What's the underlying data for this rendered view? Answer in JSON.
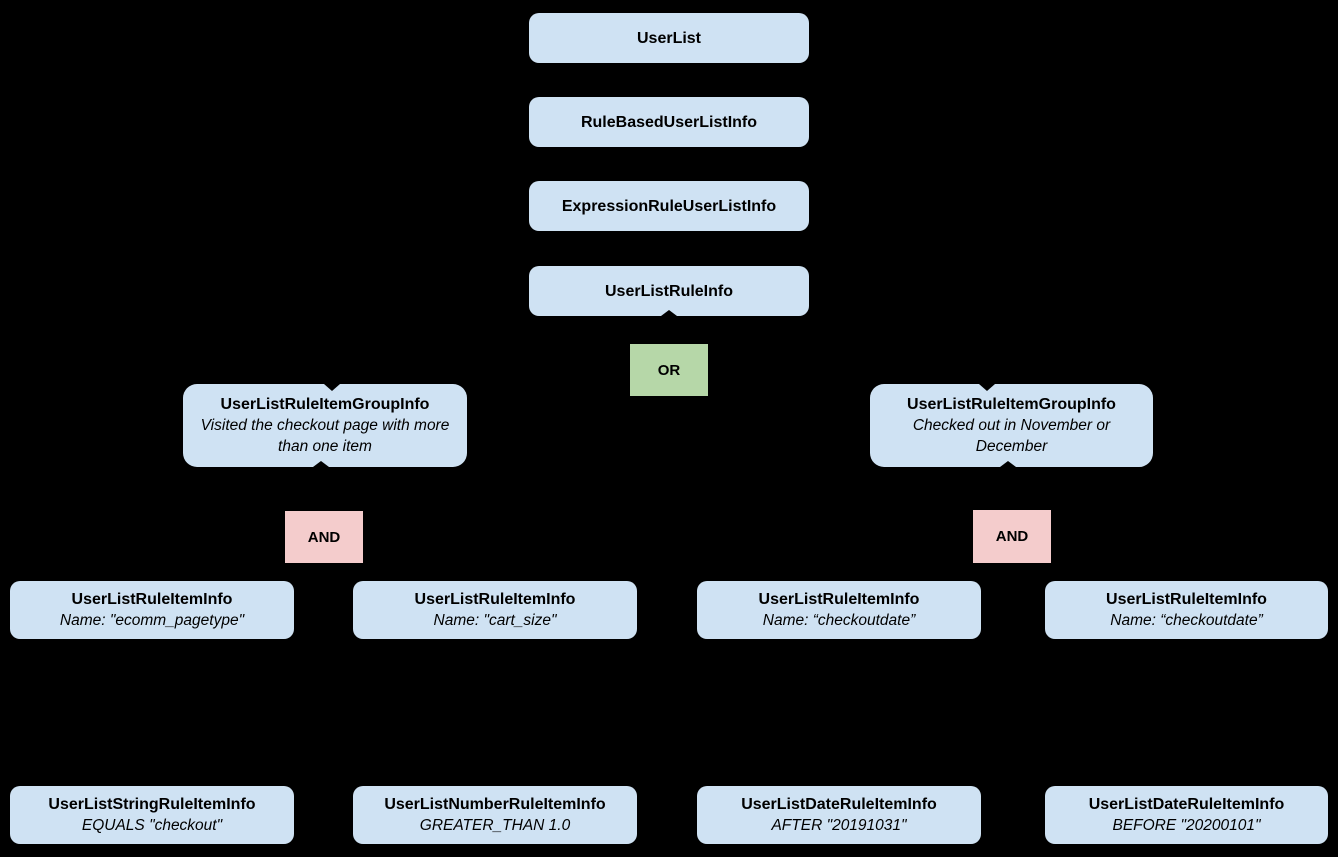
{
  "diagram": {
    "background_color": "#000000",
    "node_color": "#cfe2f3",
    "or_color": "#b6d7a8",
    "and_color": "#f4cccc",
    "text_color": "#000000",
    "chain": [
      {
        "label": "UserList"
      },
      {
        "label": "RuleBasedUserListInfo"
      },
      {
        "label": "ExpressionRuleUserListInfo"
      },
      {
        "label": "UserListRuleInfo"
      }
    ],
    "or_label": "OR",
    "and_label": "AND",
    "groups": [
      {
        "title": "UserListRuleItemGroupInfo",
        "description": "Visited the checkout page with more than one item"
      },
      {
        "title": "UserListRuleItemGroupInfo",
        "description": "Checked out in November or December"
      }
    ],
    "rule_items": [
      {
        "title": "UserListRuleItemInfo",
        "detail": "Name: \"ecomm_pagetype\""
      },
      {
        "title": "UserListRuleItemInfo",
        "detail": "Name: \"cart_size\""
      },
      {
        "title": "UserListRuleItemInfo",
        "detail": "Name: “checkoutdate”"
      },
      {
        "title": "UserListRuleItemInfo",
        "detail": "Name: “checkoutdate”"
      }
    ],
    "leaf_items": [
      {
        "title": "UserListStringRuleItemInfo",
        "detail": "EQUALS \"checkout\""
      },
      {
        "title": "UserListNumberRuleItemInfo",
        "detail": "GREATER_THAN 1.0"
      },
      {
        "title": "UserListDateRuleItemInfo",
        "detail": "AFTER \"20191031\""
      },
      {
        "title": "UserListDateRuleItemInfo",
        "detail": "BEFORE \"20200101\""
      }
    ]
  }
}
